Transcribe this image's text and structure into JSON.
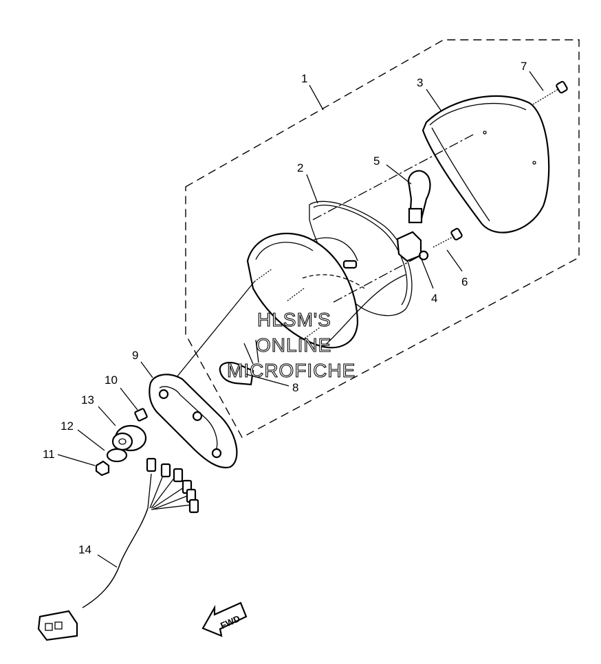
{
  "callouts": [
    {
      "id": "1",
      "label": "1"
    },
    {
      "id": "2",
      "label": "2"
    },
    {
      "id": "3",
      "label": "3"
    },
    {
      "id": "4",
      "label": "4"
    },
    {
      "id": "5",
      "label": "5"
    },
    {
      "id": "6",
      "label": "6"
    },
    {
      "id": "7",
      "label": "7"
    },
    {
      "id": "8",
      "label": "8"
    },
    {
      "id": "9",
      "label": "9"
    },
    {
      "id": "10",
      "label": "10"
    },
    {
      "id": "11",
      "label": "11"
    },
    {
      "id": "12",
      "label": "12"
    },
    {
      "id": "13",
      "label": "13"
    },
    {
      "id": "14",
      "label": "14"
    }
  ],
  "watermark": {
    "line1": "HLSM'S",
    "line2": "ONLINE",
    "line3": "MICROFICHE"
  },
  "direction_marker": {
    "label": "FWD"
  }
}
